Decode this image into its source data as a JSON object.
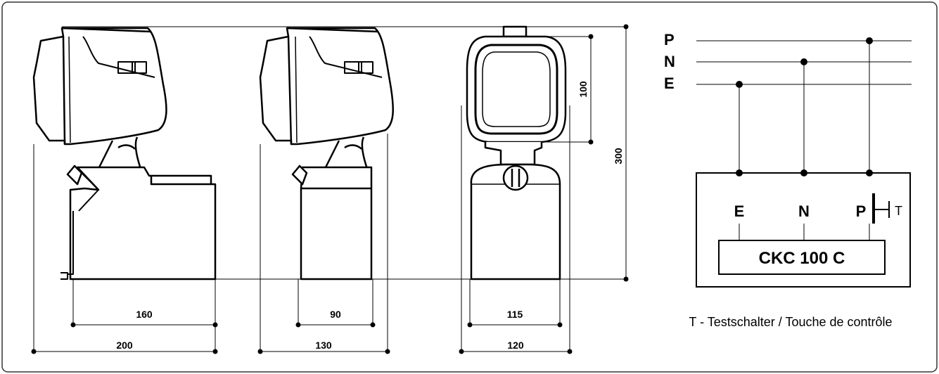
{
  "dimensions": {
    "front_view_width_inner": "160",
    "front_view_width_outer": "200",
    "side_view_width_inner": "90",
    "side_view_width_outer": "130",
    "back_view_width_inner": "115",
    "back_view_width_outer": "120",
    "head_height": "100",
    "total_height": "300"
  },
  "wiring": {
    "lines": [
      {
        "label": "P"
      },
      {
        "label": "N"
      },
      {
        "label": "E"
      }
    ],
    "terminals": [
      "E",
      "N",
      "P"
    ],
    "switch_label": "T",
    "device_name": "CKC 100 C",
    "caption": "T - Testschalter / Touche de contrôle"
  }
}
